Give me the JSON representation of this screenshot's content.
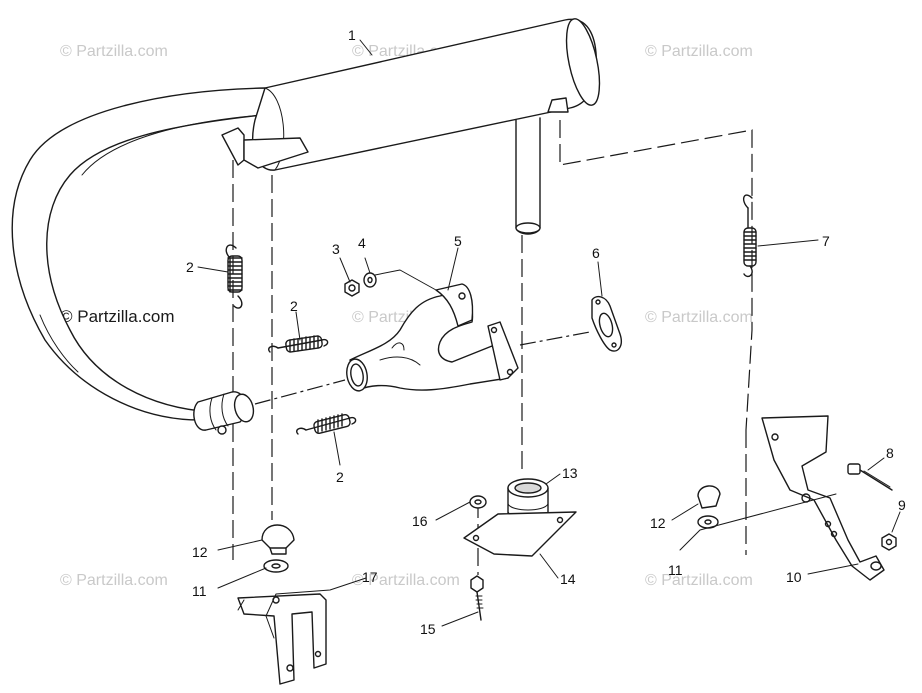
{
  "watermark": {
    "text": "© Partzilla.com",
    "color_light": "#c9c9c9",
    "color_dark": "#1a1a1a"
  },
  "callouts": {
    "c1": "1",
    "c2a": "2",
    "c2b": "2",
    "c2c": "2",
    "c3": "3",
    "c4": "4",
    "c5": "5",
    "c6": "6",
    "c7": "7",
    "c8": "8",
    "c9": "9",
    "c10": "10",
    "c11a": "11",
    "c11b": "11",
    "c12a": "12",
    "c12b": "12",
    "c13": "13",
    "c14": "14",
    "c15": "15",
    "c16": "16",
    "c17": "17"
  }
}
